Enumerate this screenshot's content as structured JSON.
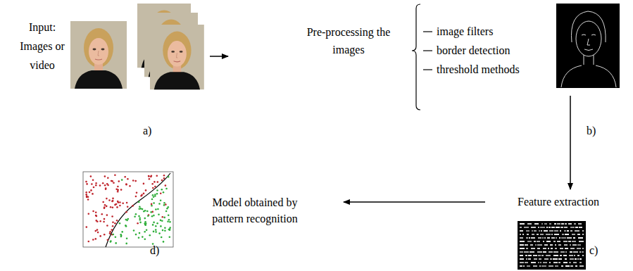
{
  "diagram": {
    "nodes": [
      {
        "text": [
          "Input: Images or video"
        ]
      },
      {
        "text": [
          "Pre-processing the images"
        ]
      },
      {
        "text": [
          "image filters",
          "border detection",
          "threshold methods"
        ]
      },
      {
        "text": [
          "Feature extraction"
        ]
      },
      {
        "text": [
          "Model obtained by pattern recognition"
        ]
      }
    ],
    "edges": [
      {
        "from": 0,
        "to": 1,
        "arrow": "to"
      },
      {
        "from": 2,
        "to": 3,
        "arrow": "to"
      },
      {
        "from": 3,
        "to": 4,
        "arrow": "to"
      }
    ],
    "labels": [
      "a)",
      "b)",
      "c)",
      "d)"
    ]
  }
}
